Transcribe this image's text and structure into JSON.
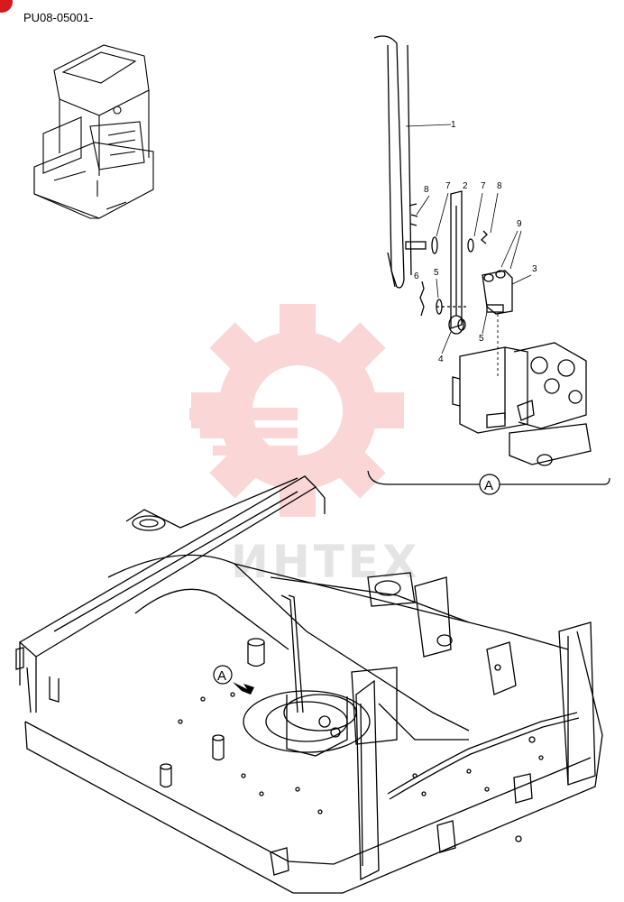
{
  "diagram": {
    "part_code": "PU08-05001-",
    "detail_label": "A",
    "callouts": [
      "1",
      "2",
      "3",
      "4",
      "5",
      "5",
      "6",
      "7",
      "7",
      "8",
      "8",
      "9"
    ],
    "watermark_text": "ИНТЕХ",
    "colors": {
      "line": "#000000",
      "watermark": "#f4a5a5",
      "corner_badge": "#d71920"
    }
  }
}
